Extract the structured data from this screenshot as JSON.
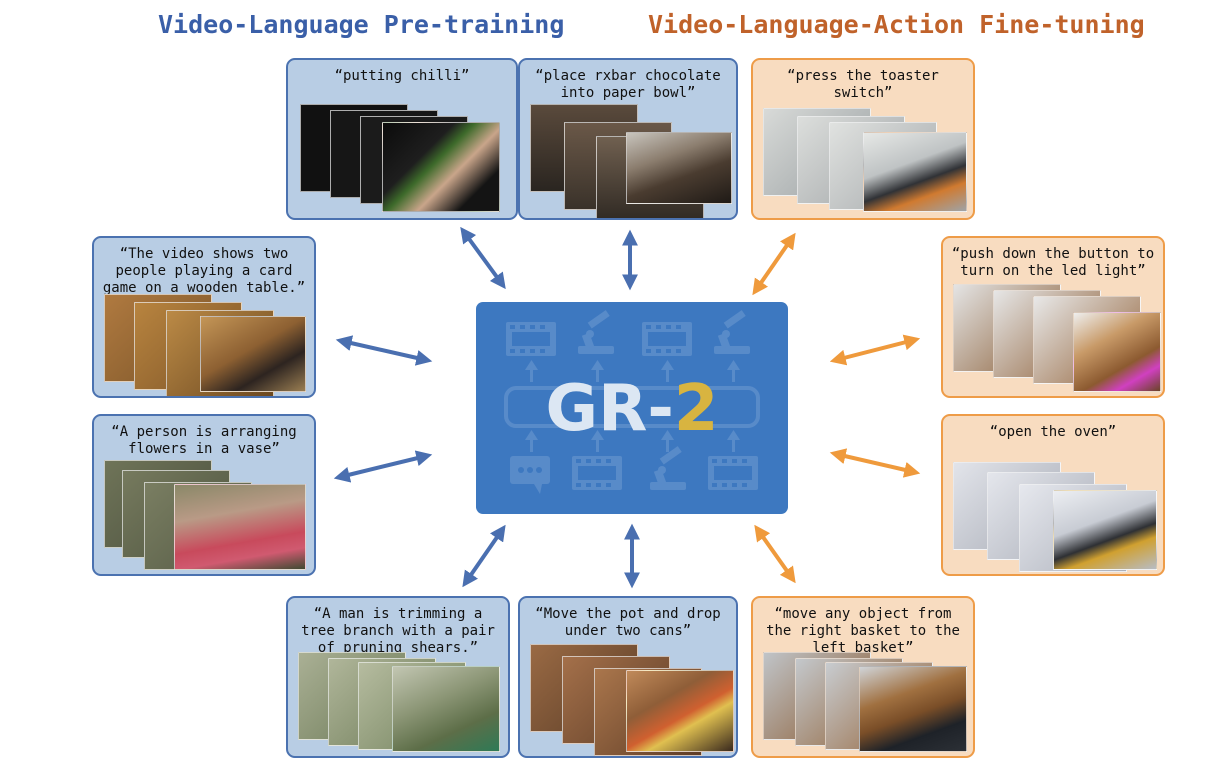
{
  "headings": {
    "pretraining": "Video-Language Pre-training",
    "finetuning": "Video-Language-Action Fine-tuning"
  },
  "center": {
    "label_main": "GR-",
    "label_num": "2",
    "icons": [
      "film-icon",
      "robot-arm-icon",
      "film-icon",
      "robot-arm-icon",
      "chat-icon",
      "film-icon",
      "robot-arm-icon",
      "film-icon"
    ]
  },
  "pretraining_clips": [
    {
      "caption": "“putting chilli”"
    },
    {
      "caption": "“place rxbar chocolate\ninto paper bowl”"
    },
    {
      "caption": "“The video shows two\npeople playing a card\ngame on a wooden table.”"
    },
    {
      "caption": "“A person is arranging\nflowers in a vase”"
    },
    {
      "caption": "“A man is trimming a\ntree branch with a pair\nof pruning shears.”"
    },
    {
      "caption": "“Move the pot and drop\nunder two cans”"
    }
  ],
  "finetuning_clips": [
    {
      "caption": "“press the toaster\nswitch”"
    },
    {
      "caption": "“push down the button to\nturn on the led light”"
    },
    {
      "caption": "“open the oven”"
    },
    {
      "caption": "“move any object from\nthe right basket to the\nleft basket”"
    }
  ],
  "colors": {
    "pretraining_accent": "#3a5fa8",
    "finetuning_accent": "#c0622a",
    "center_box": "#3d78c0",
    "blue_arrow": "#4a6fb0",
    "orange_arrow": "#ef9a3c",
    "gr_text": "#dce7f3",
    "gr_number": "#d8b440"
  }
}
